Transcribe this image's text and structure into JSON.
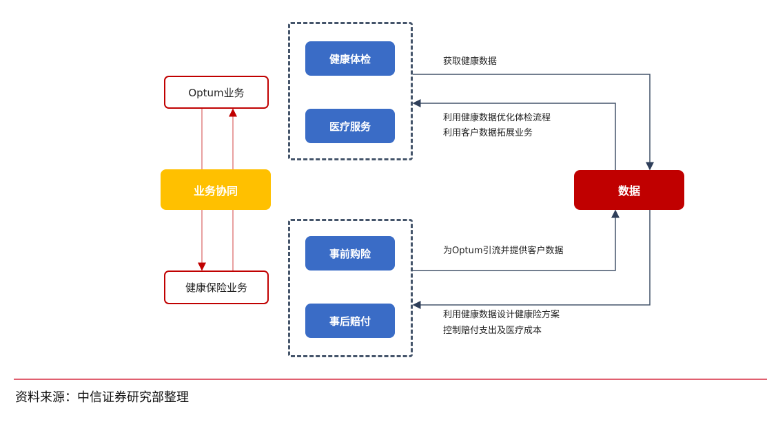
{
  "nodes": {
    "optum": "Optum业务",
    "insurance": "健康保险业务",
    "synergy": "业务协同",
    "data": "数据",
    "checkup": "健康体检",
    "medical": "医疗服务",
    "pre_purchase": "事前购险",
    "post_claim": "事后赔付"
  },
  "edges": {
    "get_health_data": "获取健康数据",
    "optimize_line1": "利用健康数据优化体检流程",
    "optimize_line2": "利用客户数据拓展业务",
    "drive_traffic": "为Optum引流并提供客户数据",
    "design_line1": "利用健康数据设计健康险方案",
    "design_line2": "控制赔付支出及医疗成本"
  },
  "source": "资料来源：中信证券研究部整理",
  "colors": {
    "blue": "#3a6cc6",
    "red": "#c00000",
    "yellow": "#ffc000",
    "line": "#44546a"
  }
}
